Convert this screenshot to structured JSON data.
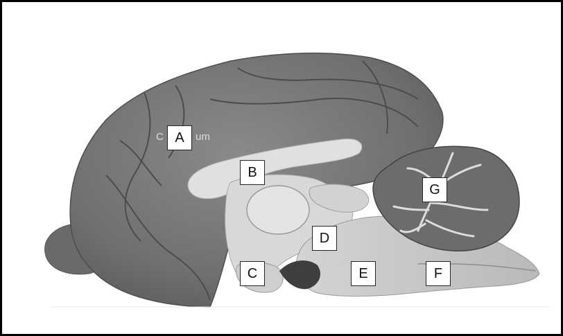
{
  "diagram": {
    "subject": "sagittal section of brain",
    "partial_text": {
      "left": "C",
      "right": "um"
    },
    "labels": [
      "A",
      "B",
      "C",
      "D",
      "E",
      "F",
      "G"
    ]
  }
}
